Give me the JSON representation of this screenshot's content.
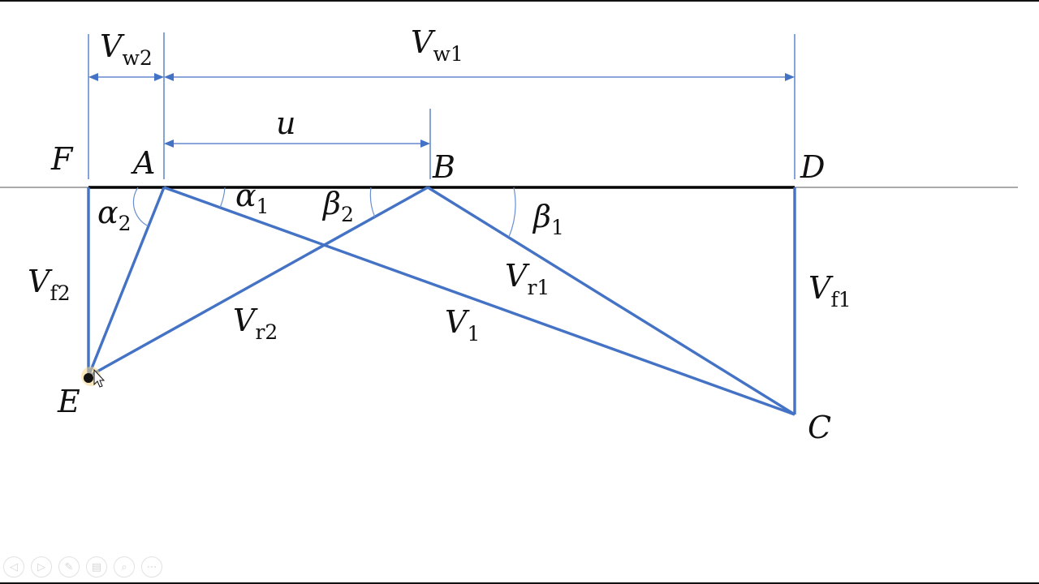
{
  "diagram": {
    "labels": {
      "F": "F",
      "A": "A",
      "B": "B",
      "D": "D",
      "E": "E",
      "C": "C",
      "u": "u"
    },
    "dimension_labels": {
      "vw2": {
        "base": "V",
        "sub": "w2"
      },
      "vw1": {
        "base": "V",
        "sub": "w1"
      }
    },
    "vector_labels": {
      "vf2": {
        "base": "V",
        "sub": "f2"
      },
      "vf1": {
        "base": "V",
        "sub": "f1"
      },
      "vr2": {
        "base": "V",
        "sub": "r2"
      },
      "vr1": {
        "base": "V",
        "sub": "r1"
      },
      "v1": {
        "base": "V",
        "sub": "1"
      }
    },
    "angle_labels": {
      "alpha2": {
        "base": "α",
        "sub": "2"
      },
      "alpha1": {
        "base": "α",
        "sub": "1"
      },
      "beta2": {
        "base": "β",
        "sub": "2"
      },
      "beta1": {
        "base": "β",
        "sub": "1"
      }
    },
    "colors": {
      "line": "#4472c4",
      "text": "#111111",
      "baseline": "#000000"
    }
  },
  "toolbar": {
    "buttons": [
      {
        "icon": "previous-icon",
        "glyph": "◁"
      },
      {
        "icon": "next-icon",
        "glyph": "▷"
      },
      {
        "icon": "pen-icon",
        "glyph": "✎"
      },
      {
        "icon": "slides-icon",
        "glyph": "▤"
      },
      {
        "icon": "zoom-icon",
        "glyph": "⌕"
      },
      {
        "icon": "more-icon",
        "glyph": "⋯"
      }
    ]
  }
}
